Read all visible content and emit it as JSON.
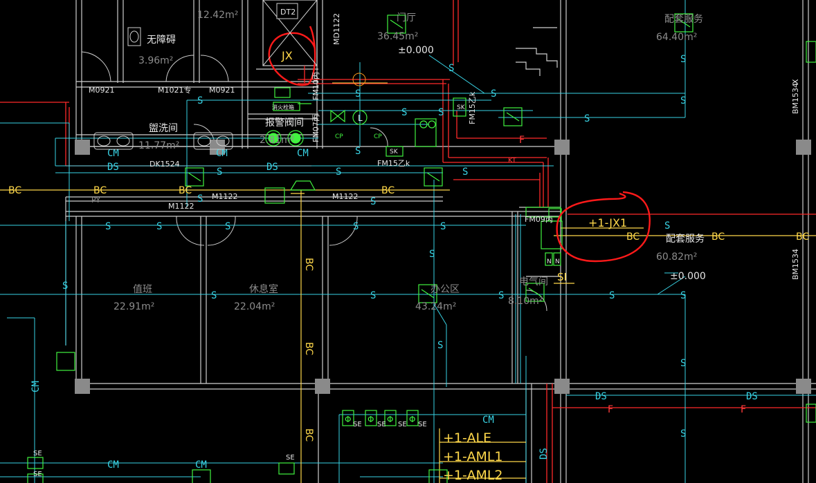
{
  "colors": {
    "background": "#000000",
    "wall": "#d8d8d8",
    "cyan_line": "#39d4e6",
    "green_device": "#41f23f",
    "yellow_cable": "#ffd84a",
    "red_fire": "#ff2a2a",
    "gray_text": "#8c8c8c",
    "annotation_red": "#ff1a1a",
    "column": "#8a8a8a"
  },
  "rooms": {
    "top_area": "12.42m²",
    "accessible_wc": "无障碍",
    "accessible_wc_area": "3.96m²",
    "hall": "门厅",
    "hall_area": "36.45m²",
    "hall_level": "±0.000",
    "support_top": "配套服务",
    "support_top_area": "64.40m²",
    "washroom": "盥洗间",
    "washroom_area": "11.77m²",
    "alarm_valve_room": "报警阀间",
    "alarm_valve_area": "2.81m²",
    "duty": "值班",
    "duty_area": "22.91m²",
    "rest": "休息室",
    "rest_area": "22.04m²",
    "office": "办公区",
    "office_area": "43.24m²",
    "elec_room": "电气间",
    "elec_room_area": "8.10m²",
    "support_right": "配套服务",
    "support_right_area": "60.82m²",
    "support_right_level": "±0.000"
  },
  "doors": {
    "m0921_left": "M0921",
    "m1021": "M1021专",
    "m0921_right": "M0921",
    "dk1524": "DK1524",
    "m1122_a": "M1122",
    "m1122_b": "M1122",
    "m1122_c": "M1122",
    "md1122": "MD1122",
    "fm10": "FM10丙",
    "fm07": "FM07丙",
    "fm15_a": "FM15乙k",
    "fm15_b": "FM15乙k",
    "fm09": "FM09丙",
    "bm1534_top": "BM1534",
    "bm1534_x": "X",
    "bm1534_bottom": "BM1534"
  },
  "elevator": {
    "label": "DT2"
  },
  "pipes": {
    "s": "S",
    "ds": "DS",
    "bc": "BC",
    "cm": "CM",
    "f": "F",
    "kt": "KT",
    "cp": "CP",
    "py": "PY",
    "se": "SE",
    "sl": "SI",
    "l": "L",
    "sk": "SK",
    "phi": "Φ"
  },
  "panels": {
    "jx": "JX",
    "jx1": "+1-JX1",
    "ale": "+1-ALE",
    "aml1": "+1-AML1",
    "aml2": "+1-AML2",
    "nn": "N",
    "fire_box": "消火栓箱"
  }
}
